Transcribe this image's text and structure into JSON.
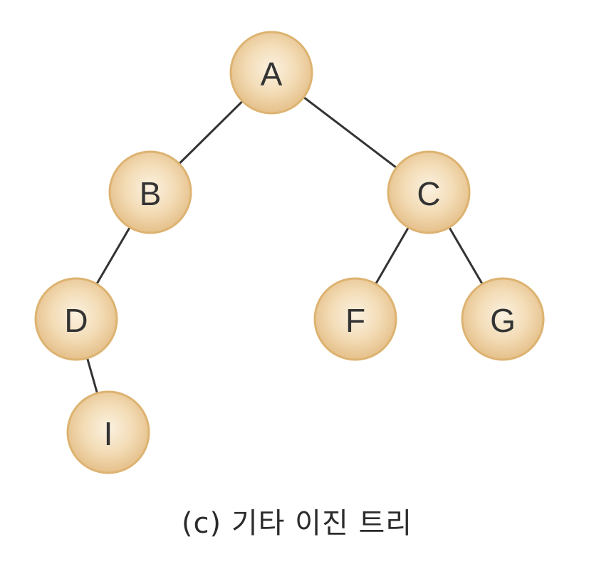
{
  "diagram": {
    "caption": "(c) 기타 이진 트리",
    "colors": {
      "node_fill_center": "#fbf1e0",
      "node_fill_edge": "#e5c08a",
      "node_stroke": "#ddb371",
      "edge": "#333333",
      "label": "#333333"
    },
    "nodes": [
      {
        "id": "A",
        "label": "A"
      },
      {
        "id": "B",
        "label": "B"
      },
      {
        "id": "C",
        "label": "C"
      },
      {
        "id": "D",
        "label": "D"
      },
      {
        "id": "F",
        "label": "F"
      },
      {
        "id": "G",
        "label": "G"
      },
      {
        "id": "I",
        "label": "I"
      }
    ],
    "edges": [
      {
        "from": "A",
        "to": "B"
      },
      {
        "from": "A",
        "to": "C"
      },
      {
        "from": "B",
        "to": "D"
      },
      {
        "from": "C",
        "to": "F"
      },
      {
        "from": "C",
        "to": "G"
      },
      {
        "from": "D",
        "to": "I"
      }
    ]
  }
}
